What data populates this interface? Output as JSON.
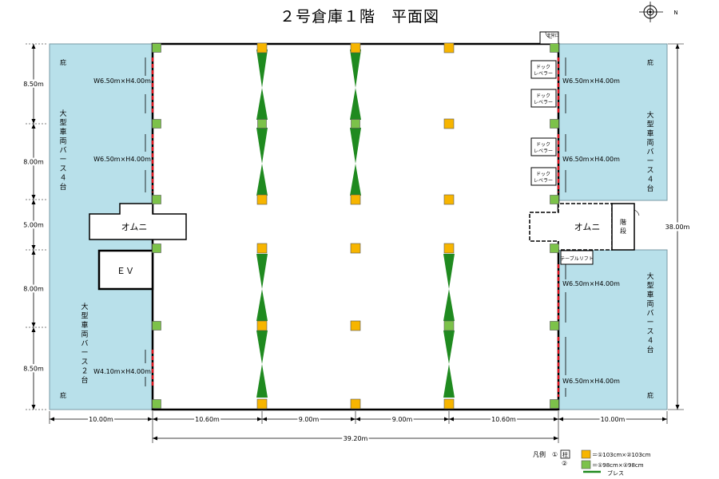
{
  "title": "２号倉庫１階　平面図",
  "compass": {
    "label": "N"
  },
  "dimensions": {
    "bottom": [
      "10.00m",
      "10.60m",
      "9.00m",
      "9.00m",
      "10.60m",
      "10.00m"
    ],
    "total_width": "39.20m",
    "left": [
      "8.50m",
      "8.00m",
      "5.00m",
      "8.00m",
      "8.50m"
    ],
    "right_total": "38.00m"
  },
  "left_berth": {
    "eave_top": "庇",
    "eave_bottom": "庇",
    "bus_upper": "大型車両バース４台",
    "bus_lower": "大型車両バース２台",
    "doors": [
      "W6.50m×H4.00m",
      "W6.50m×H4.00m",
      "W4.10m×H4.00m"
    ]
  },
  "right_berth": {
    "eave_top": "庇",
    "eave_bottom": "庇",
    "bus_upper": "大型車両バース４台",
    "bus_lower": "大型車両バース４台",
    "doors": [
      "W6.50m×H4.00m",
      "W6.50m×H4.00m",
      "W6.50m×H4.00m",
      "W6.50m×H4.00m"
    ],
    "dock_levelers": [
      "ドック\nレベラー",
      "ドック\nレベラー",
      "ドック\nレベラー",
      "ドック\nレベラー"
    ]
  },
  "rooms": {
    "omni_left": "オムニ",
    "omni_right": "オムニ",
    "ev": "ＥＶ",
    "stairs": "階段",
    "table_lift": "テーブルリフト",
    "emergency_exit": "非常口"
  },
  "legend": {
    "title": "凡例",
    "item1_num": "①",
    "item1_label": "柱",
    "item2_num": "②",
    "orange": "＝①103cm×②103cm",
    "green": "＝①98cm×②98cm",
    "brace": "ブレス"
  },
  "colors": {
    "berth_fill": "#b8e0ea",
    "orange_column": "#f7b500",
    "green_column": "#7cc24a",
    "brace": "#1f8a1f",
    "door_dash": "#e0141e"
  }
}
